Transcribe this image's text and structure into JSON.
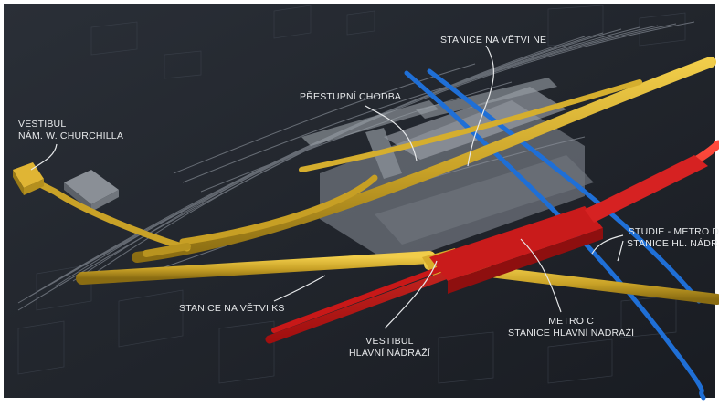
{
  "labels": {
    "vestibul_churchill_1": "VESTIBUL",
    "vestibul_churchill_2": "NÁM. W. CHURCHILLA",
    "stanice_ne": "STANICE NA VĚTVI NE",
    "prestupni_chodba": "PŘESTUPNÍ CHODBA",
    "studie_d_1": "STUDIE - METRO D",
    "studie_d_2": "STANICE HL. NÁDR.",
    "stanice_ks": "STANICE NA VĚTVI KS",
    "vestibul_hn_1": "VESTIBUL",
    "vestibul_hn_2": "HLAVNÍ NÁDRAŽÍ",
    "metro_c_1": "METRO C",
    "metro_c_2": "STANICE HLAVNÍ NÁDRAŽÍ"
  },
  "colors": {
    "background": "#1f232a",
    "tunnel_gold": "#c9a227",
    "metro_c_red": "#d11f1f",
    "metro_d_blue": "#1f6fd6",
    "structure_gray": "#8a9099"
  }
}
